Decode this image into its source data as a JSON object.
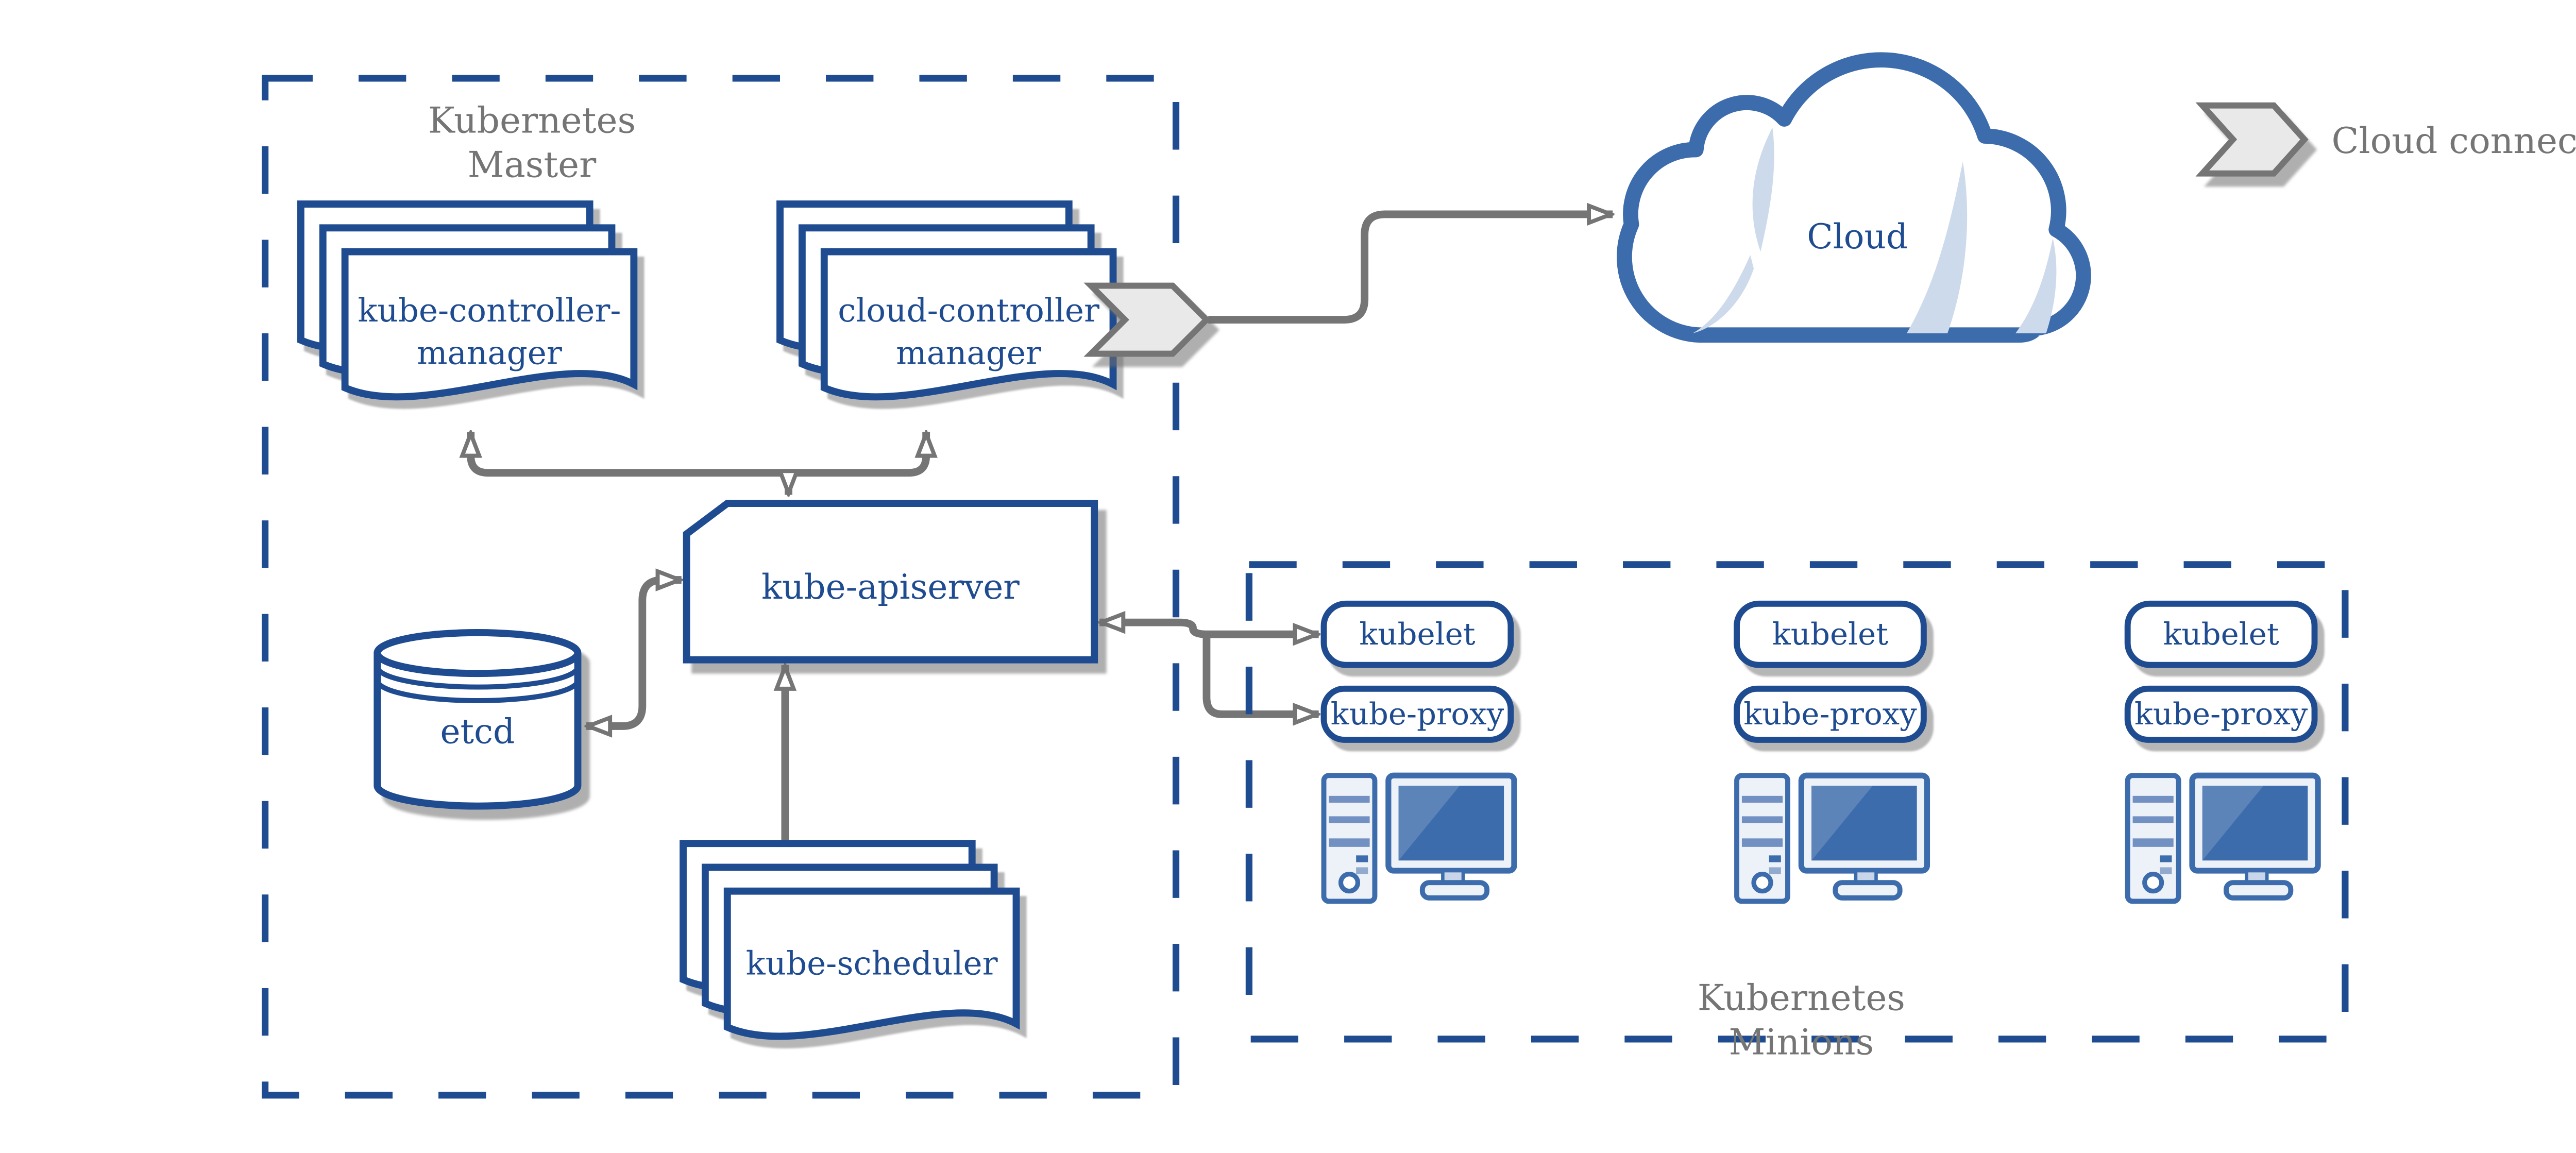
{
  "diagram": {
    "master": {
      "title_lines": [
        "Kubernetes",
        "Master"
      ],
      "kube_controller_manager": {
        "label_lines": [
          "kube-controller-",
          "manager"
        ]
      },
      "cloud_controller_manager": {
        "label_lines": [
          "cloud-controller",
          "manager"
        ]
      },
      "kube_apiserver": {
        "label": "kube-apiserver"
      },
      "etcd": {
        "label": "etcd"
      },
      "kube_scheduler": {
        "label": "kube-scheduler"
      }
    },
    "cloud": {
      "label": "Cloud"
    },
    "legend": {
      "label": "Cloud connector",
      "icon": "cloud-connector-chevron-icon"
    },
    "minions": {
      "title_lines": [
        "Kubernetes",
        "Minions"
      ],
      "nodes": [
        {
          "kubelet": "kubelet",
          "kube_proxy": "kube-proxy",
          "icon": "workstation-icon"
        },
        {
          "kubelet": "kubelet",
          "kube_proxy": "kube-proxy",
          "icon": "workstation-icon"
        },
        {
          "kubelet": "kubelet",
          "kube_proxy": "kube-proxy",
          "icon": "workstation-icon"
        }
      ]
    },
    "edges": [
      {
        "from": "kube-apiserver",
        "to": "kube-controller-manager",
        "style": "open-arrow"
      },
      {
        "from": "kube-apiserver",
        "to": "cloud-controller-manager",
        "style": "open-arrow"
      },
      {
        "from": "controllers-junction",
        "to": "kube-apiserver",
        "style": "open-arrow"
      },
      {
        "from": "kube-apiserver",
        "to": "kube-scheduler",
        "style": "double-open-arrow"
      },
      {
        "from": "kube-apiserver",
        "to": "etcd",
        "style": "double-open-arrow-s-curve"
      },
      {
        "from": "kubelet-node-1",
        "to": "kube-apiserver",
        "style": "open-arrow"
      },
      {
        "from": "kube-apiserver",
        "to": "kubelet-node-1",
        "style": "open-arrow"
      },
      {
        "from": "kube-apiserver",
        "to": "kube-proxy-node-1",
        "style": "open-arrow"
      },
      {
        "from": "cloud-controller-manager-chevron",
        "to": "Cloud",
        "style": "open-arrow"
      }
    ],
    "colors": {
      "primary_blue": "#1F4C90",
      "medium_blue": "#3D6CAC",
      "screen_highlight": "#5C84B8",
      "light_fill": "#EDF2F9",
      "stripe_blue": "#7291C2",
      "cloud_sliver": "#CDDAEB",
      "arrow_gray": "#757575",
      "chevron_fill": "#E9E9E9",
      "background": "#FFFFFF"
    }
  }
}
